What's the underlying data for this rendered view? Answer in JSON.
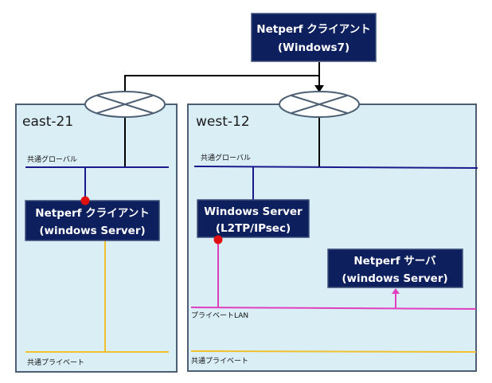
{
  "diagram": {
    "top_node": {
      "line1": "Netperf クライアント",
      "line2": "(Windows7)"
    },
    "zones": [
      {
        "title": "east-21",
        "networks": {
          "global": "共通グローバル",
          "private": "共通プライベート"
        },
        "node": {
          "line1": "Netperf クライアント",
          "line2": "(windows Server)"
        }
      },
      {
        "title": "west-12",
        "networks": {
          "global": "共通グローバル",
          "private_lan": "プライベートLAN",
          "private": "共通プライベート"
        },
        "gateway": {
          "line1": "Windows Server",
          "line2": "(L2TP/IPsec)"
        },
        "server": {
          "line1": "Netperf サーバ",
          "line2": "(windows Server)"
        }
      }
    ],
    "colors": {
      "zone_fill": "#daeef6",
      "zone_border": "#4d5f73",
      "node_fill": "#0d1f5c",
      "global_line": "#1a1a8c",
      "private_line": "#f0c030",
      "private_lan_line": "#e040c0",
      "endpoint_dot": "#e01010"
    }
  }
}
